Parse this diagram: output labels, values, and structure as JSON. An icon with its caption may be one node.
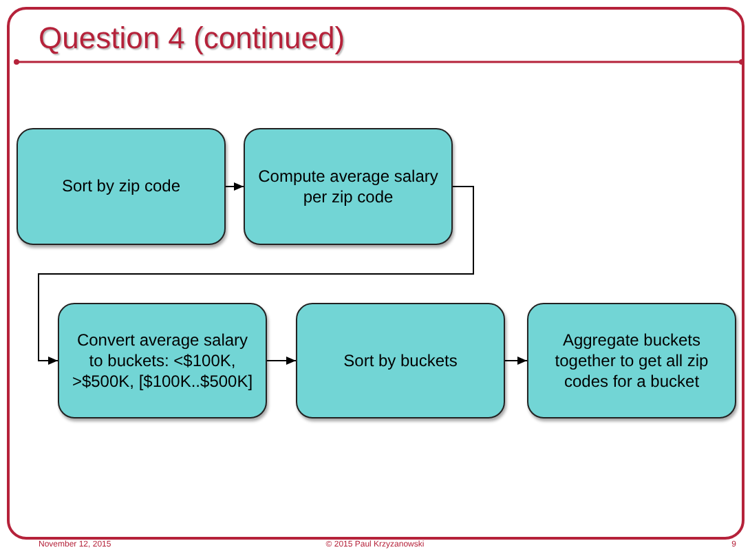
{
  "diagram": {
    "title": "Question 4 (continued)",
    "nodes": [
      {
        "text": [
          "Sort by zip code"
        ]
      },
      {
        "text": [
          "Compute average salary per zip code"
        ]
      },
      {
        "text": [
          "Convert average salary to buckets: <$100K, >$500K, [$100K..$500K]"
        ]
      },
      {
        "text": [
          "Sort by buckets"
        ]
      },
      {
        "text": [
          "Aggregate buckets together to get all zip codes for a bucket"
        ]
      }
    ],
    "edges": [
      {
        "from": 0,
        "to": 1,
        "arrow": "to"
      },
      {
        "from": 1,
        "to": 2,
        "arrow": "to"
      },
      {
        "from": 2,
        "to": 3,
        "arrow": "to"
      },
      {
        "from": 3,
        "to": 4,
        "arrow": "to"
      }
    ],
    "labels": [
      "November 12, 2015",
      "© 2015 Paul Krzyzanowski",
      "9"
    ]
  }
}
